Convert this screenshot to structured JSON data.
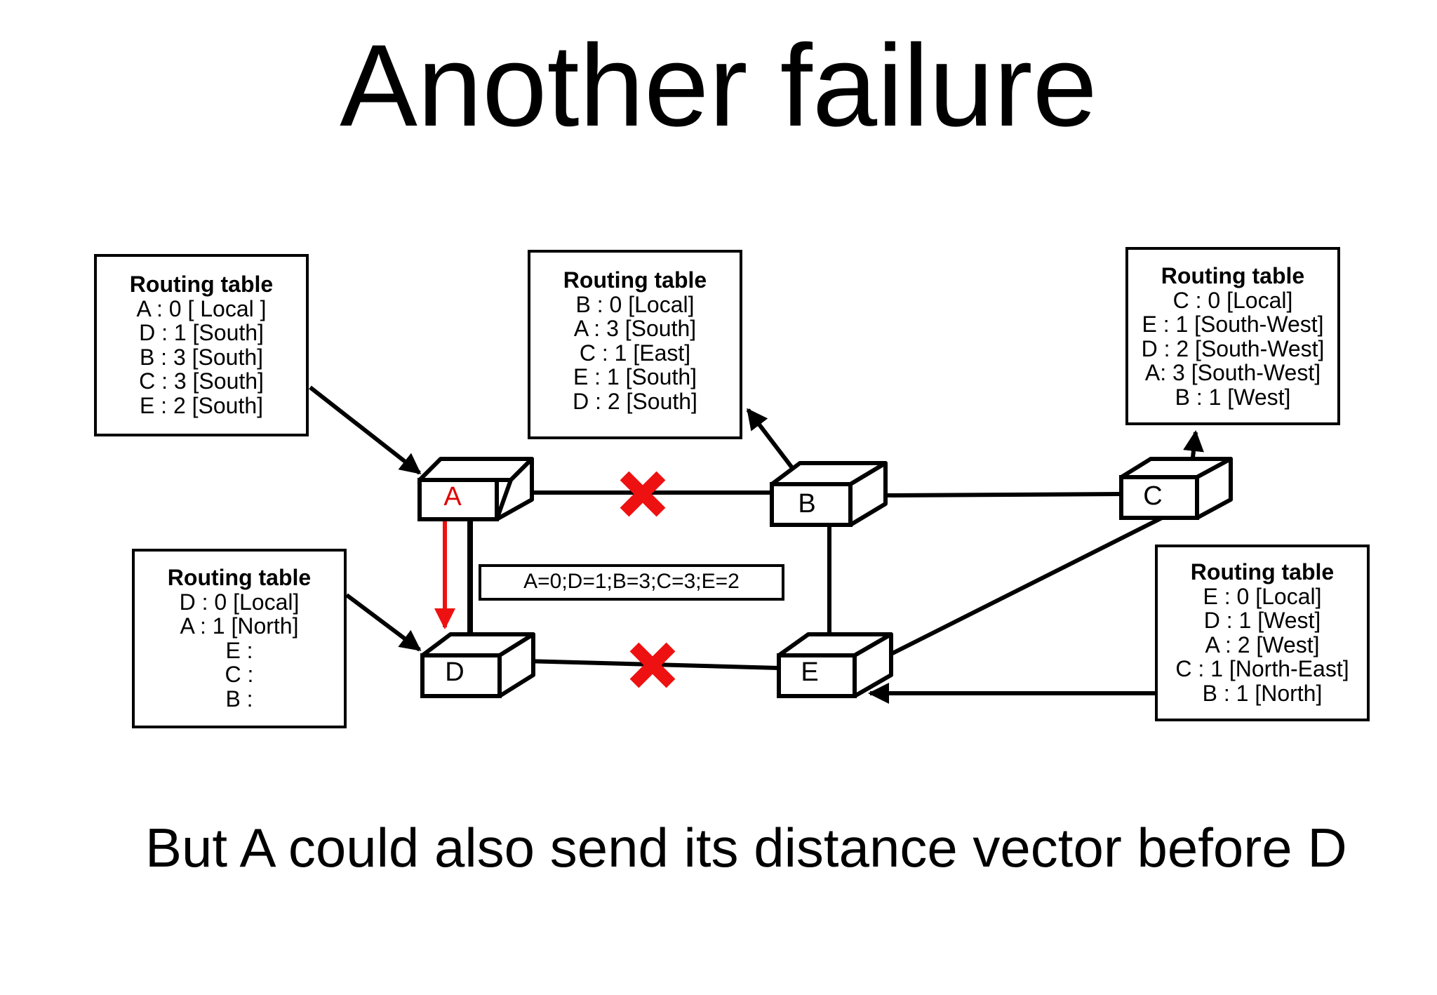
{
  "title": "Another failure",
  "routers": {
    "A": {
      "label": "A",
      "color": "#e00000"
    },
    "B": {
      "label": "B",
      "color": "#000000"
    },
    "C": {
      "label": "C",
      "color": "#000000"
    },
    "D": {
      "label": "D",
      "color": "#000000"
    },
    "E": {
      "label": "E",
      "color": "#000000"
    }
  },
  "routing_tables": {
    "A": {
      "heading": "Routing table",
      "rows": [
        "A : 0 [ Local ]",
        "D : 1 [South]",
        "B : 3 [South]",
        "C : 3 [South]",
        "E : 2 [South]"
      ]
    },
    "B": {
      "heading": "Routing table",
      "rows": [
        "B : 0 [Local]",
        "A : 3 [South]",
        "C : 1 [East]",
        "E : 1 [South]",
        "D : 2 [South]"
      ]
    },
    "C": {
      "heading": "Routing table",
      "rows": [
        "C : 0 [Local]",
        "E : 1 [South-West]",
        "D : 2 [South-West]",
        "A: 3 [South-West]",
        "B : 1 [West]"
      ]
    },
    "D": {
      "heading": "Routing table",
      "rows": [
        "D : 0 [Local]",
        "A : 1 [North]",
        "E :",
        "C :",
        "B :"
      ]
    },
    "E": {
      "heading": "Routing table",
      "rows": [
        "E : 0 [Local]",
        "D : 1 [West]",
        "A : 2 [West]",
        "C : 1 [North-East]",
        "B : 1 [North]"
      ]
    }
  },
  "distance_vector_message": "A=0;D=1;B=3;C=3;E=2",
  "caption": "But A could also send its distance vector before D",
  "colors": {
    "failure_mark": "#ee1111",
    "message_arrow": "#ee1111",
    "link": "#000000"
  }
}
